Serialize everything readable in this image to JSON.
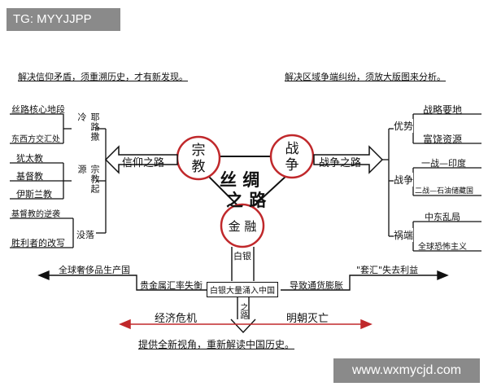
{
  "watermark_top": "TG: MYYJJPP",
  "watermark_bottom": "www.wxmycjd.com",
  "top_left_note": "解决信仰矛盾，须重溯历史，才有新发现。",
  "top_right_note": "解决区域争端纠纷，须放大版图来分析。",
  "bottom_note": "提供全新视角，重新解读中国历史。",
  "center": {
    "title_line1": "丝 绸",
    "title_line2": "之 路"
  },
  "circles": {
    "religion": "宗\n教",
    "war": "战\n争",
    "finance": "金 融"
  },
  "arrows": {
    "faith_road": "信仰之路",
    "war_road": "战争之路",
    "silver_road": "白银之路"
  },
  "left": {
    "items": [
      "丝路核心地段",
      "东西方交汇处",
      "犹太教",
      "基督教",
      "伊斯兰教",
      "基督教的逆袭",
      "胜利者的改写"
    ],
    "labels": {
      "jerusalem": "耶路撒冷",
      "origin": "宗教起源",
      "decline": "没落"
    }
  },
  "right": {
    "advantage": "优势",
    "war": "战争",
    "disaster": "祸端",
    "items": [
      "战略要地",
      "富饶资源",
      "一战—印度",
      "二战—石油储藏国",
      "中东乱局",
      "全球恐怖主义"
    ]
  },
  "silver": {
    "top_box": "白银",
    "label_road": "之路",
    "inflow": "白银大量涌入中国",
    "left_top": "全球奢侈品生产国",
    "left_mid": "贵金属汇率失衡",
    "right_top": "\"套汇\"失去利益",
    "right_mid": "导致通货膨胀",
    "bottom_left": "经济危机",
    "bottom_right": "明朝灭亡"
  }
}
